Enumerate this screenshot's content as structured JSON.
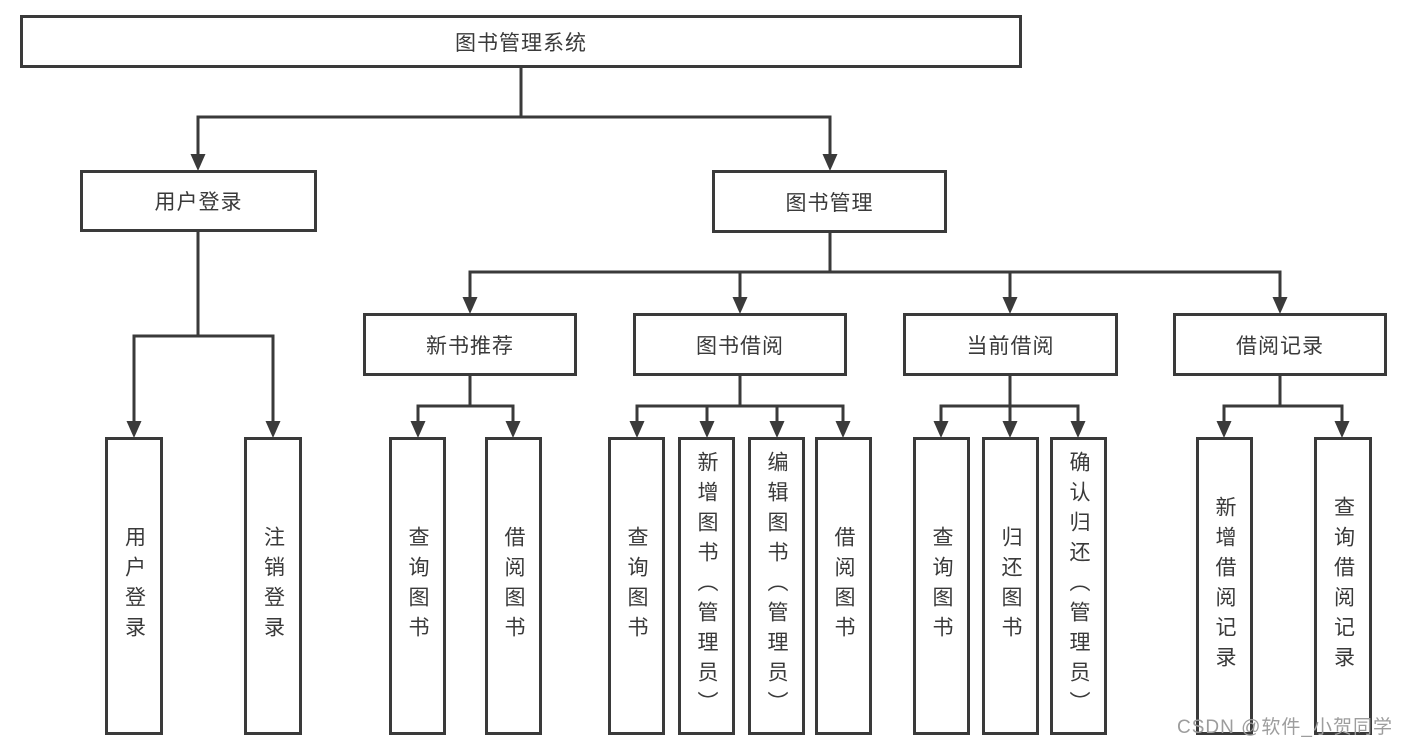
{
  "diagram_title": "图书管理系统",
  "tree": {
    "label": "图书管理系统",
    "children": [
      {
        "label": "用户登录",
        "children": [
          {
            "label": "用户登录"
          },
          {
            "label": "注销登录"
          }
        ]
      },
      {
        "label": "图书管理",
        "children": [
          {
            "label": "新书推荐",
            "children": [
              {
                "label": "查询图书"
              },
              {
                "label": "借阅图书"
              }
            ]
          },
          {
            "label": "图书借阅",
            "children": [
              {
                "label": "查询图书"
              },
              {
                "label": "新增图书（管理员）"
              },
              {
                "label": "编辑图书（管理员）"
              },
              {
                "label": "借阅图书"
              }
            ]
          },
          {
            "label": "当前借阅",
            "children": [
              {
                "label": "查询图书"
              },
              {
                "label": "归还图书"
              },
              {
                "label": "确认归还（管理员）"
              }
            ]
          },
          {
            "label": "借阅记录",
            "children": [
              {
                "label": "新增借阅记录"
              },
              {
                "label": "查询借阅记录"
              }
            ]
          }
        ]
      }
    ]
  },
  "watermark": {
    "text": "CSDN @软件_小贺同学"
  },
  "colors": {
    "line": "#3a3a3a",
    "text": "#3a3a3a",
    "watermark": "#9d9d9d",
    "background": "#ffffff"
  }
}
